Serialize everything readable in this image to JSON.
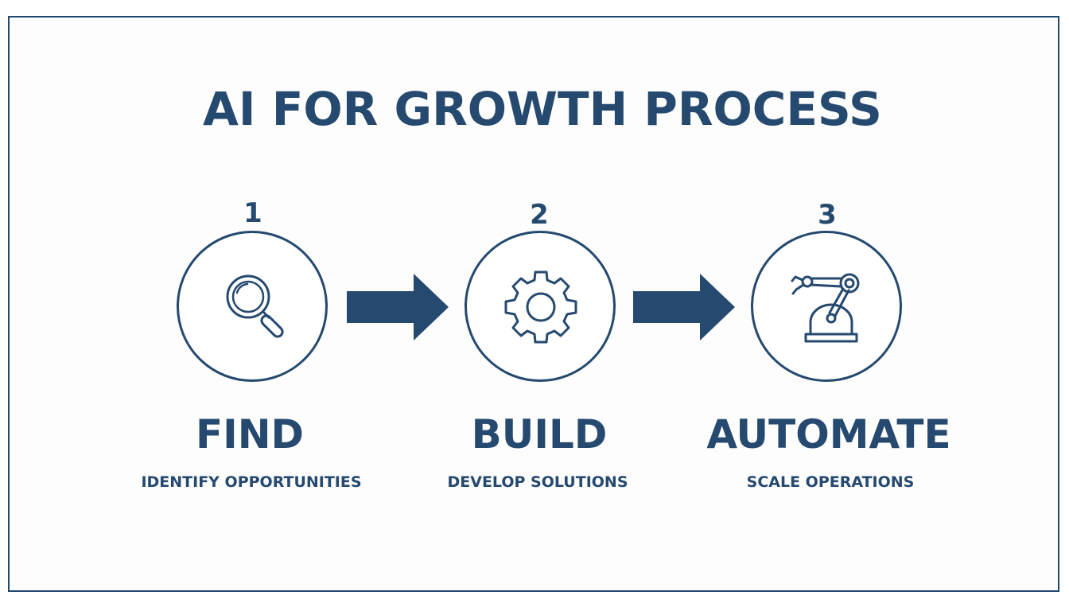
{
  "title": "AI FOR GROWTH PROCESS",
  "colors": {
    "primary": "#25496f",
    "border": "#23476e",
    "background": "#fdfdfd"
  },
  "steps": [
    {
      "number": "1",
      "label": "FIND",
      "sublabel": "IDENTIFY OPPORTUNITIES",
      "icon": "magnifying-glass-icon"
    },
    {
      "number": "2",
      "label": "BUILD",
      "sublabel": "DEVELOP SOLUTIONS",
      "icon": "gear-icon"
    },
    {
      "number": "3",
      "label": "AUTOMATE",
      "sublabel": "SCALE OPERATIONS",
      "icon": "robotic-arm-icon"
    }
  ],
  "connectors": [
    "arrow-right-icon",
    "arrow-right-icon"
  ]
}
